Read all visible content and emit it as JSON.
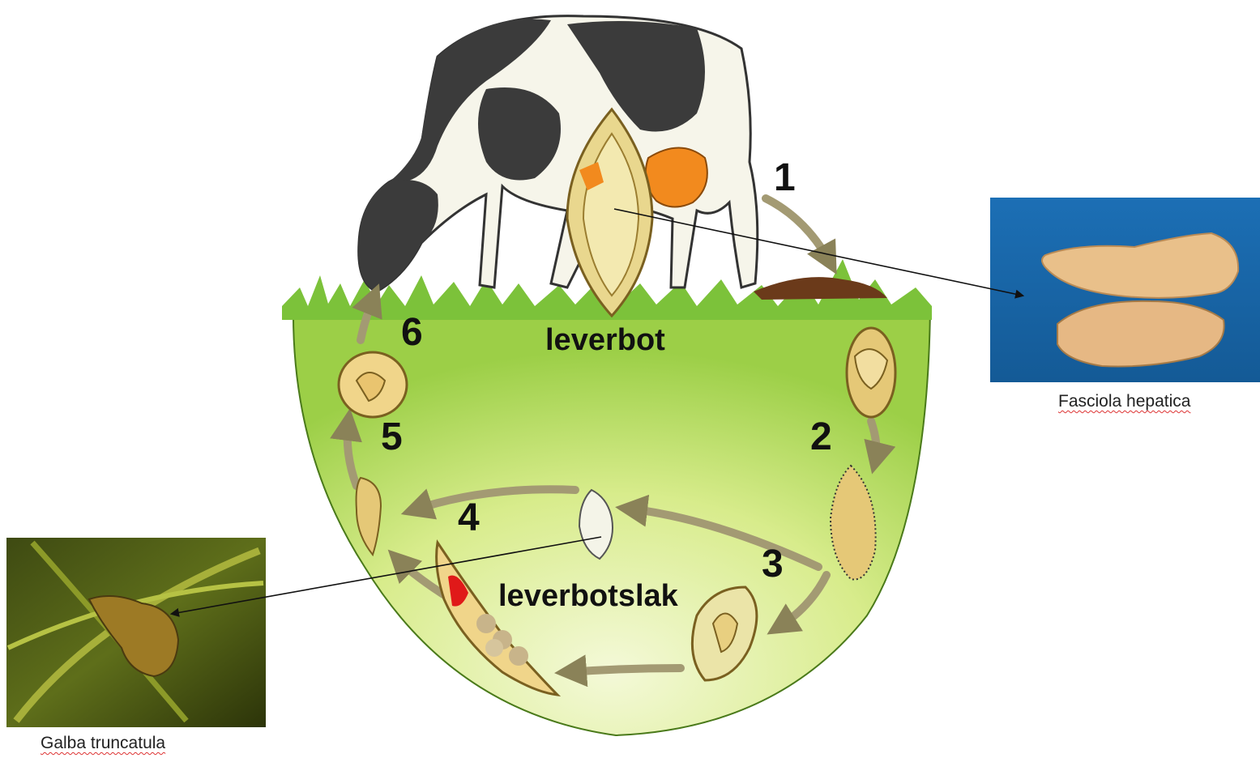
{
  "labels": {
    "host": "leverbot",
    "snail": "leverbotslak"
  },
  "steps": [
    "1",
    "2",
    "3",
    "4",
    "5",
    "6"
  ],
  "captions": {
    "fasciola": "Fasciola hepatica",
    "galba": "Galba truncatula"
  },
  "colors": {
    "grass_light": "#e6f3b0",
    "grass_dark": "#7fc23a",
    "cycle_arrow": "#a39a73",
    "photo_blue": "#1b69ad",
    "udder": "#f28a1e",
    "cow_black": "#3b3b3b"
  }
}
